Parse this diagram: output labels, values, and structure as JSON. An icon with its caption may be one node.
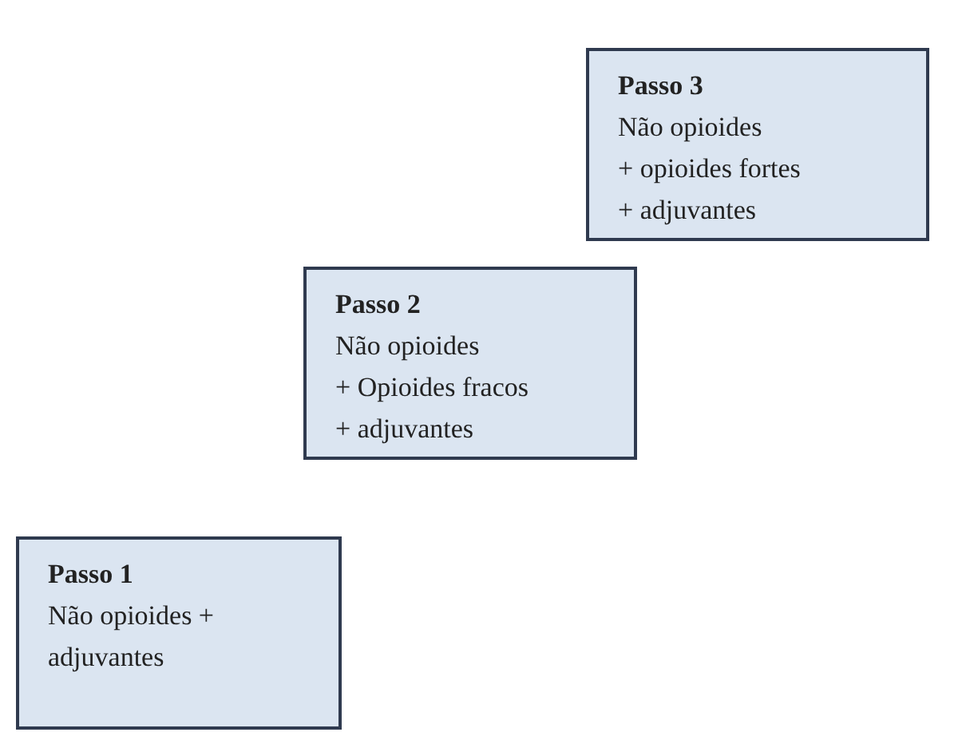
{
  "diagram": {
    "nodes": [
      {
        "text": [
          "Passo 3",
          "Não opioides",
          "+ opioides fortes",
          "+ adjuvantes"
        ]
      },
      {
        "text": [
          "Passo 2",
          "Não opioides",
          "+ Opioides fracos",
          "+ adjuvantes"
        ]
      },
      {
        "text": [
          "Passo 1",
          "Não opioides + adjuvantes"
        ]
      }
    ]
  }
}
